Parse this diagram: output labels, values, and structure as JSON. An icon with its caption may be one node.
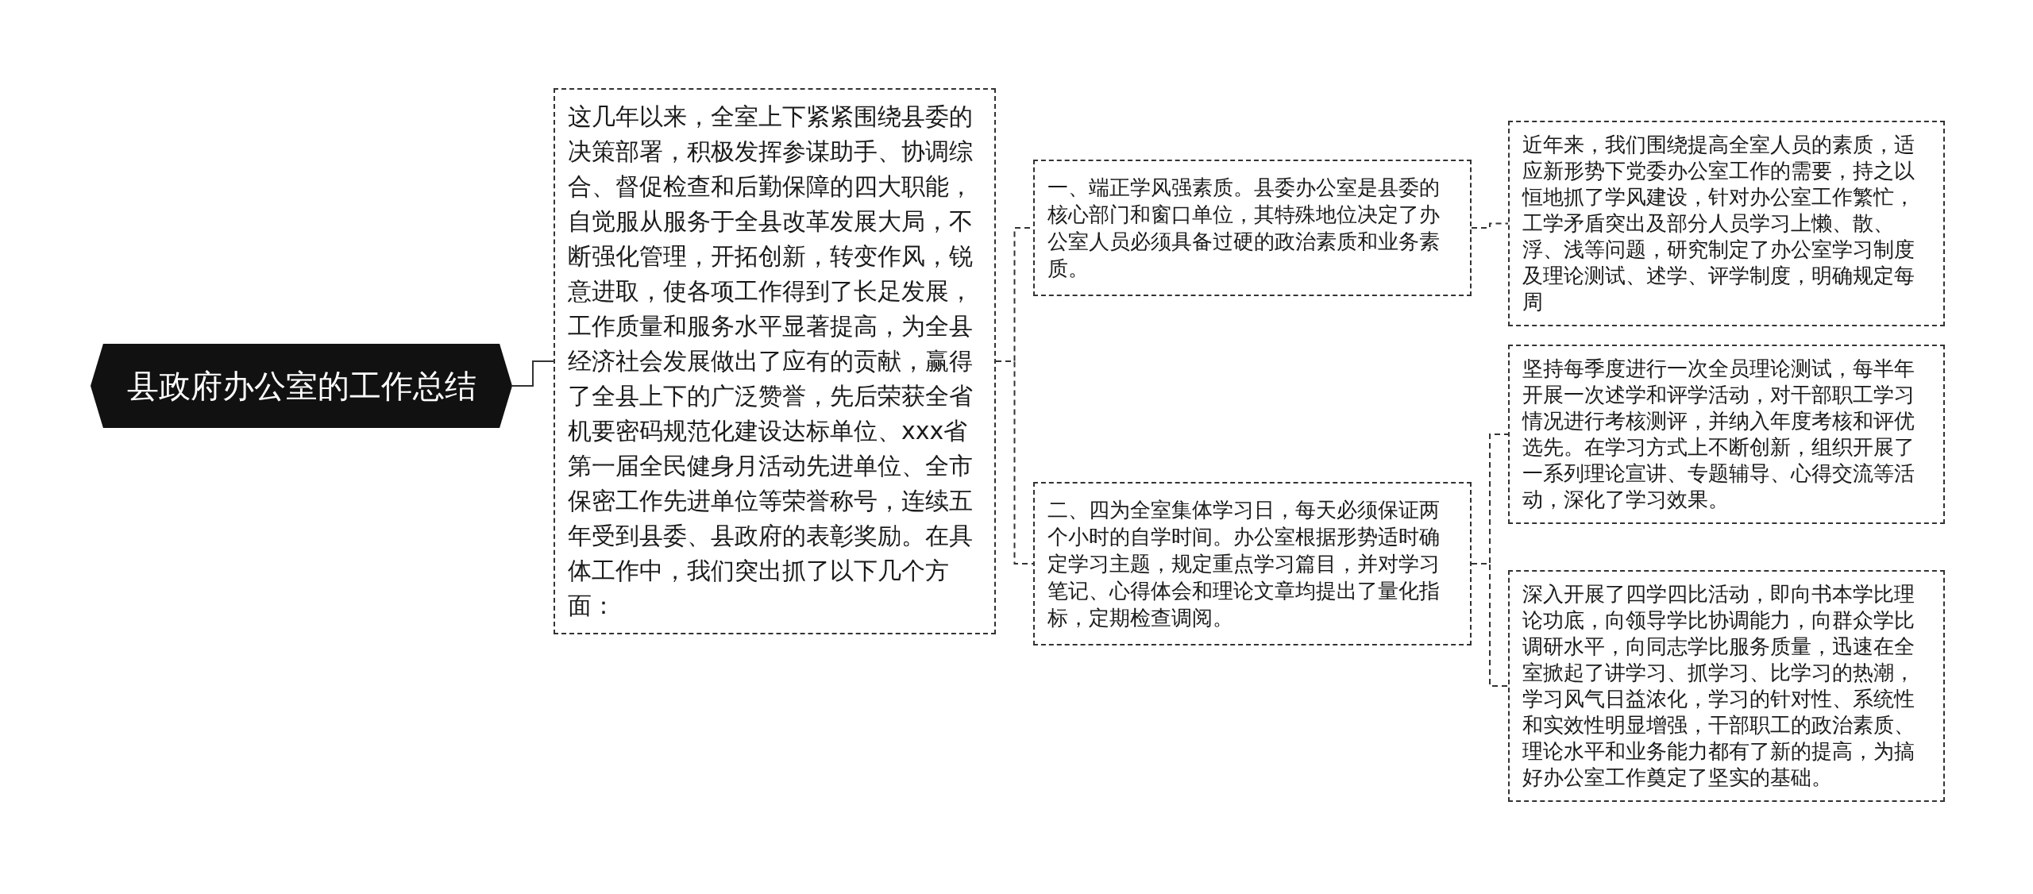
{
  "diagram": {
    "nodes": [
      {
        "text": [
          "县政府办公室的工作总结"
        ]
      },
      {
        "text": [
          "这几年以来，全室上下紧紧围绕县委的决策部署，积极发挥参谋助手、协调综合、督促检查和后勤保障的四大职能，自觉服从服务于全县改革发展大局，不断强化管理，开拓创新，转变作风，锐意进取，使各项工作得到了长足发展，工作质量和服务水平显著提高，为全县经济社会发展做出了应有的贡献，赢得了全县上下的广泛赞誉，先后荣获全省机要密码规范化建设达标单位、xxx省第一届全民健身月活动先进单位、全市保密工作先进单位等荣誉称号，连续五年受到县委、县政府的表彰奖励。在具体工作中，我们突出抓了以下几个方面："
        ]
      },
      {
        "text": [
          "一、端正学风强素质。县委办公室是县委的核心部门和窗口单位，其特殊地位决定了办公室人员必须具备过硬的政治素质和业务素质。"
        ]
      },
      {
        "text": [
          "二、四为全室集体学习日，每天必须保证两个小时的自学时间。办公室根据形势适时确定学习主题，规定重点学习篇目，并对学习笔记、心得体会和理论文章均提出了量化指标，定期检查调阅。"
        ]
      },
      {
        "text": [
          "近年来，我们围绕提高全室人员的素质，适应新形势下党委办公室工作的需要，持之以恒地抓了学风建设，针对办公室工作繁忙，工学矛盾突出及部分人员学习上懒、散、浮、浅等问题，研究制定了办公室学习制度及理论测试、述学、评学制度，明确规定每周"
        ]
      },
      {
        "text": [
          "坚持每季度进行一次全员理论测试，每半年开展一次述学和评学活动，对干部职工学习情况进行考核测评，并纳入年度考核和评优选先。在学习方式上不断创新，组织开展了一系列理论宣讲、专题辅导、心得交流等活动，深化了学习效果。"
        ]
      },
      {
        "text": [
          "深入开展了四学四比活动，即向书本学比理论功底，向领导学比协调能力，向群众学比调研水平，向同志学比服务质量，迅速在全室掀起了讲学习、抓学习、比学习的热潮，学习风气日益浓化，学习的针对性、系统性和实效性明显增强，干部职工的政治素质、理论水平和业务能力都有了新的提高，为搞好办公室工作奠定了坚实的基础。"
        ]
      }
    ],
    "edges": [
      {
        "from": 0,
        "to": 1,
        "arrow": "none"
      },
      {
        "from": 1,
        "to": 2,
        "arrow": "none",
        "style": "dashed"
      },
      {
        "from": 1,
        "to": 3,
        "arrow": "none",
        "style": "dashed"
      },
      {
        "from": 2,
        "to": 4,
        "arrow": "none",
        "style": "dashed"
      },
      {
        "from": 3,
        "to": 5,
        "arrow": "none",
        "style": "dashed"
      },
      {
        "from": 3,
        "to": 6,
        "arrow": "none",
        "style": "dashed"
      }
    ]
  }
}
